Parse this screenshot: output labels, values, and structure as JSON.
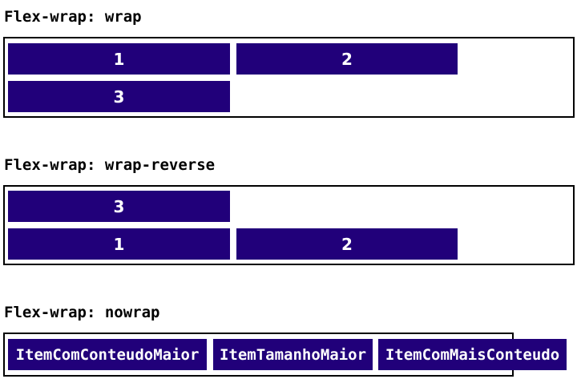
{
  "sections": [
    {
      "heading": "Flex-wrap: wrap",
      "items": [
        "1",
        "2",
        "3"
      ]
    },
    {
      "heading": "Flex-wrap: wrap-reverse",
      "items": [
        "1",
        "2",
        "3"
      ]
    },
    {
      "heading": "Flex-wrap: nowrap",
      "items": [
        "ItemComConteudoMaior",
        "ItemTamanhoMaior",
        "ItemComMaisConteudo"
      ]
    }
  ],
  "colors": {
    "item_background": "#21007a",
    "item_text": "#ffffff",
    "border": "#000000"
  }
}
